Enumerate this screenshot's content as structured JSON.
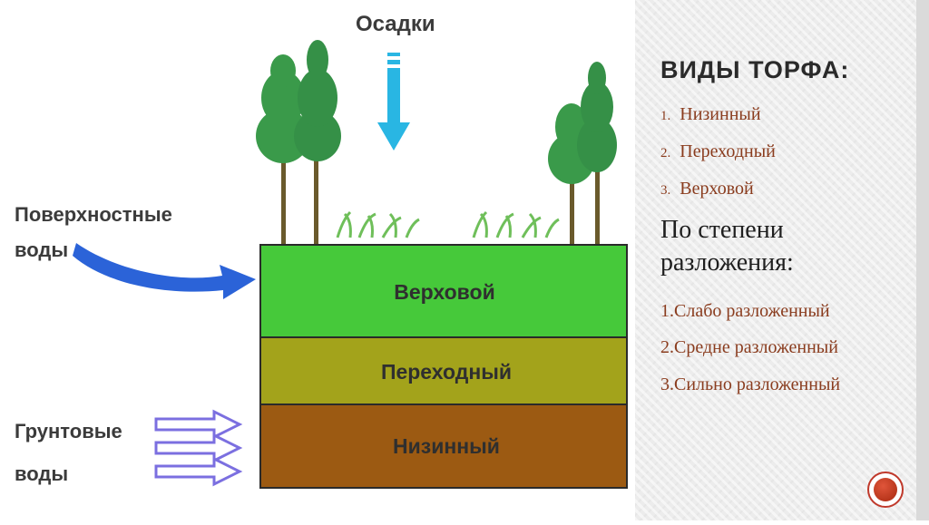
{
  "diagram": {
    "precipitation_label": "Осадки",
    "surface_water_label_line1": "Поверхностные",
    "surface_water_label_line2": "воды",
    "ground_water_label_line1": "Грунтовые",
    "ground_water_label_line2": "воды",
    "layers": [
      {
        "label": "Верховой",
        "color": "#46c93a"
      },
      {
        "label": "Переходный",
        "color": "#a3a31b"
      },
      {
        "label": "Низинный",
        "color": "#9c5a12"
      }
    ],
    "arrow_colors": {
      "precipitation": "#29b6e3",
      "surface": "#2b63d8",
      "ground": "#7b6fe0"
    }
  },
  "panel": {
    "title": "ВИДЫ ТОРФА:",
    "peat_types": [
      {
        "num": "1.",
        "label": "Низинный"
      },
      {
        "num": "2.",
        "label": "Переходный"
      },
      {
        "num": "3.",
        "label": "Верховой"
      }
    ],
    "decomposition_heading": "По степени разложения:",
    "decomposition_types": [
      "1.Слабо разложенный",
      "2.Средне разложенный",
      "3.Сильно разложенный"
    ]
  }
}
